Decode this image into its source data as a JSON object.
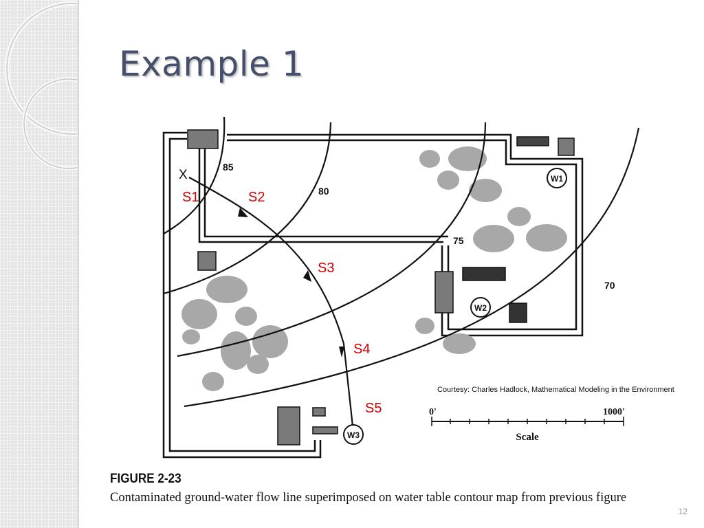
{
  "slide": {
    "title": "Example 1",
    "slide_number": "12",
    "courtesy": "Courtesy:  Charles Hadlock, Mathematical Modeling in the Environment"
  },
  "figure": {
    "number": "FIGURE  2-23",
    "caption": "Contaminated ground-water flow line superimposed on water table contour map from previous figure",
    "source_marker": "X",
    "contour_labels": [
      "85",
      "80",
      "75",
      "70"
    ],
    "wells": [
      "W1",
      "W2",
      "W3"
    ],
    "sample_labels": [
      "S1",
      "S2",
      "S3",
      "S4",
      "S5"
    ],
    "scale": {
      "start": "0'",
      "end": "1000'",
      "label": "Scale"
    }
  },
  "colors": {
    "title": "#454f6b",
    "sample_labels": "#cc0000",
    "buildings": "#7a7a7a",
    "tree_clusters": "#a8a8a8",
    "lines": "#111111"
  },
  "chart_data": {
    "type": "map",
    "contours": [
      {
        "label": "85"
      },
      {
        "label": "80"
      },
      {
        "label": "75"
      },
      {
        "label": "70"
      }
    ],
    "flow_line": {
      "from": "X",
      "to": "W3"
    },
    "samples": [
      "S1",
      "S2",
      "S3",
      "S4",
      "S5"
    ]
  }
}
